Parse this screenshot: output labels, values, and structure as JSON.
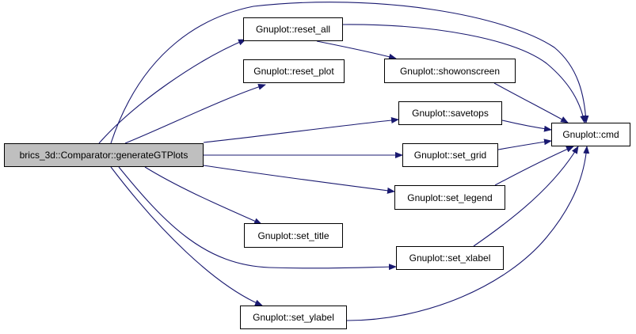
{
  "graph": {
    "root": "brics_3d::Comparator::generateGTPlots",
    "nodes": {
      "reset_all": "Gnuplot::reset_all",
      "reset_plot": "Gnuplot::reset_plot",
      "showonscreen": "Gnuplot::showonscreen",
      "savetops": "Gnuplot::savetops",
      "set_grid": "Gnuplot::set_grid",
      "set_legend": "Gnuplot::set_legend",
      "set_title": "Gnuplot::set_title",
      "set_xlabel": "Gnuplot::set_xlabel",
      "set_ylabel": "Gnuplot::set_ylabel",
      "cmd": "Gnuplot::cmd"
    },
    "edges": [
      [
        "root",
        "reset_all"
      ],
      [
        "root",
        "reset_plot"
      ],
      [
        "root",
        "savetops"
      ],
      [
        "root",
        "set_grid"
      ],
      [
        "root",
        "set_legend"
      ],
      [
        "root",
        "set_title"
      ],
      [
        "root",
        "set_xlabel"
      ],
      [
        "root",
        "set_ylabel"
      ],
      [
        "root",
        "cmd"
      ],
      [
        "reset_all",
        "showonscreen"
      ],
      [
        "reset_all",
        "cmd"
      ],
      [
        "showonscreen",
        "cmd"
      ],
      [
        "savetops",
        "cmd"
      ],
      [
        "set_grid",
        "cmd"
      ],
      [
        "set_legend",
        "cmd"
      ],
      [
        "set_xlabel",
        "cmd"
      ],
      [
        "set_ylabel",
        "cmd"
      ]
    ],
    "colors": {
      "edge": "#191970",
      "root_fill": "#bfbfbf",
      "node_fill": "#ffffff",
      "border": "#000000"
    }
  }
}
